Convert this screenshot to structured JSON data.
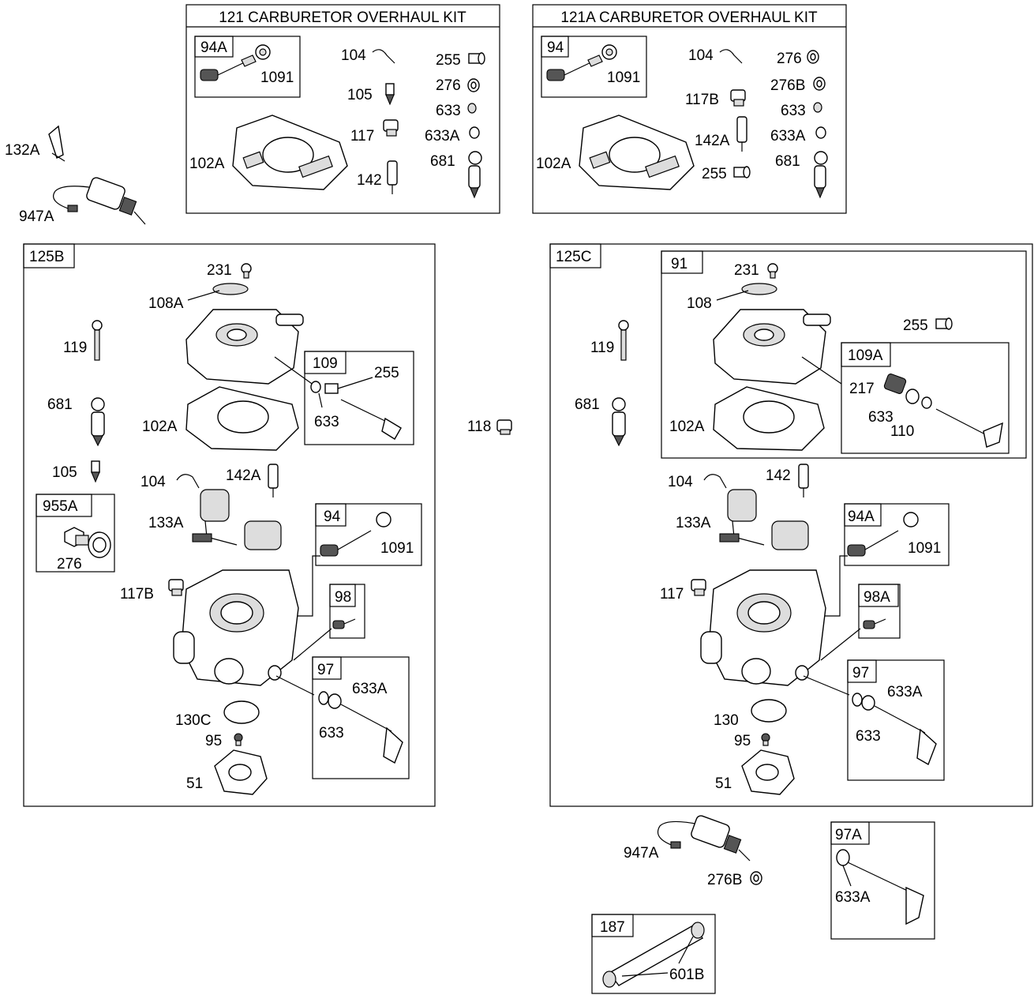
{
  "kits": {
    "k121": {
      "title": "121 CARBURETOR OVERHAUL KIT",
      "sub94a": "94A",
      "p1091": "1091",
      "p102a": "102A",
      "p104": "104",
      "p105": "105",
      "p117": "117",
      "p142": "142",
      "p255": "255",
      "p276": "276",
      "p633": "633",
      "p633a": "633A",
      "p681": "681"
    },
    "k121a": {
      "title": "121A CARBURETOR OVERHAUL KIT",
      "sub94": "94",
      "p1091": "1091",
      "p102a": "102A",
      "p104": "104",
      "p117b": "117B",
      "p142a": "142A",
      "p255": "255",
      "p276": "276",
      "p276b": "276B",
      "p633": "633",
      "p633a": "633A",
      "p681": "681"
    }
  },
  "loose": {
    "p132a": "132A",
    "p947a_top": "947A",
    "p118": "118",
    "p947a_bot": "947A",
    "p276b_bot": "276B"
  },
  "asm125b": {
    "box": "125B",
    "p231": "231",
    "p108a": "108A",
    "p119": "119",
    "p681": "681",
    "p102a": "102A",
    "p105": "105",
    "p104": "104",
    "p142a": "142A",
    "p133a": "133A",
    "p117b": "117B",
    "p130c": "130C",
    "p95": "95",
    "p51": "51",
    "sub109": {
      "box": "109",
      "p255": "255",
      "p633": "633"
    },
    "sub955a": {
      "box": "955A",
      "p276": "276"
    },
    "sub94": {
      "box": "94",
      "p1091": "1091"
    },
    "sub98": {
      "box": "98"
    },
    "sub97": {
      "box": "97",
      "p633a": "633A",
      "p633": "633"
    }
  },
  "asm125c": {
    "box": "125C",
    "p119": "119",
    "p681": "681",
    "p104": "104",
    "p142": "142",
    "p133a": "133A",
    "p117": "117",
    "p130": "130",
    "p95": "95",
    "p51": "51",
    "sub91": {
      "box": "91",
      "p231": "231",
      "p108": "108",
      "p255": "255",
      "p102a": "102A"
    },
    "sub109a": {
      "box": "109A",
      "p217": "217",
      "p633": "633",
      "p110": "110"
    },
    "sub94a": {
      "box": "94A",
      "p1091": "1091"
    },
    "sub98a": {
      "box": "98A"
    },
    "sub97": {
      "box": "97",
      "p633a": "633A",
      "p633": "633"
    }
  },
  "sub97a": {
    "box": "97A",
    "p633a": "633A"
  },
  "sub187": {
    "box": "187",
    "p601b": "601B"
  }
}
